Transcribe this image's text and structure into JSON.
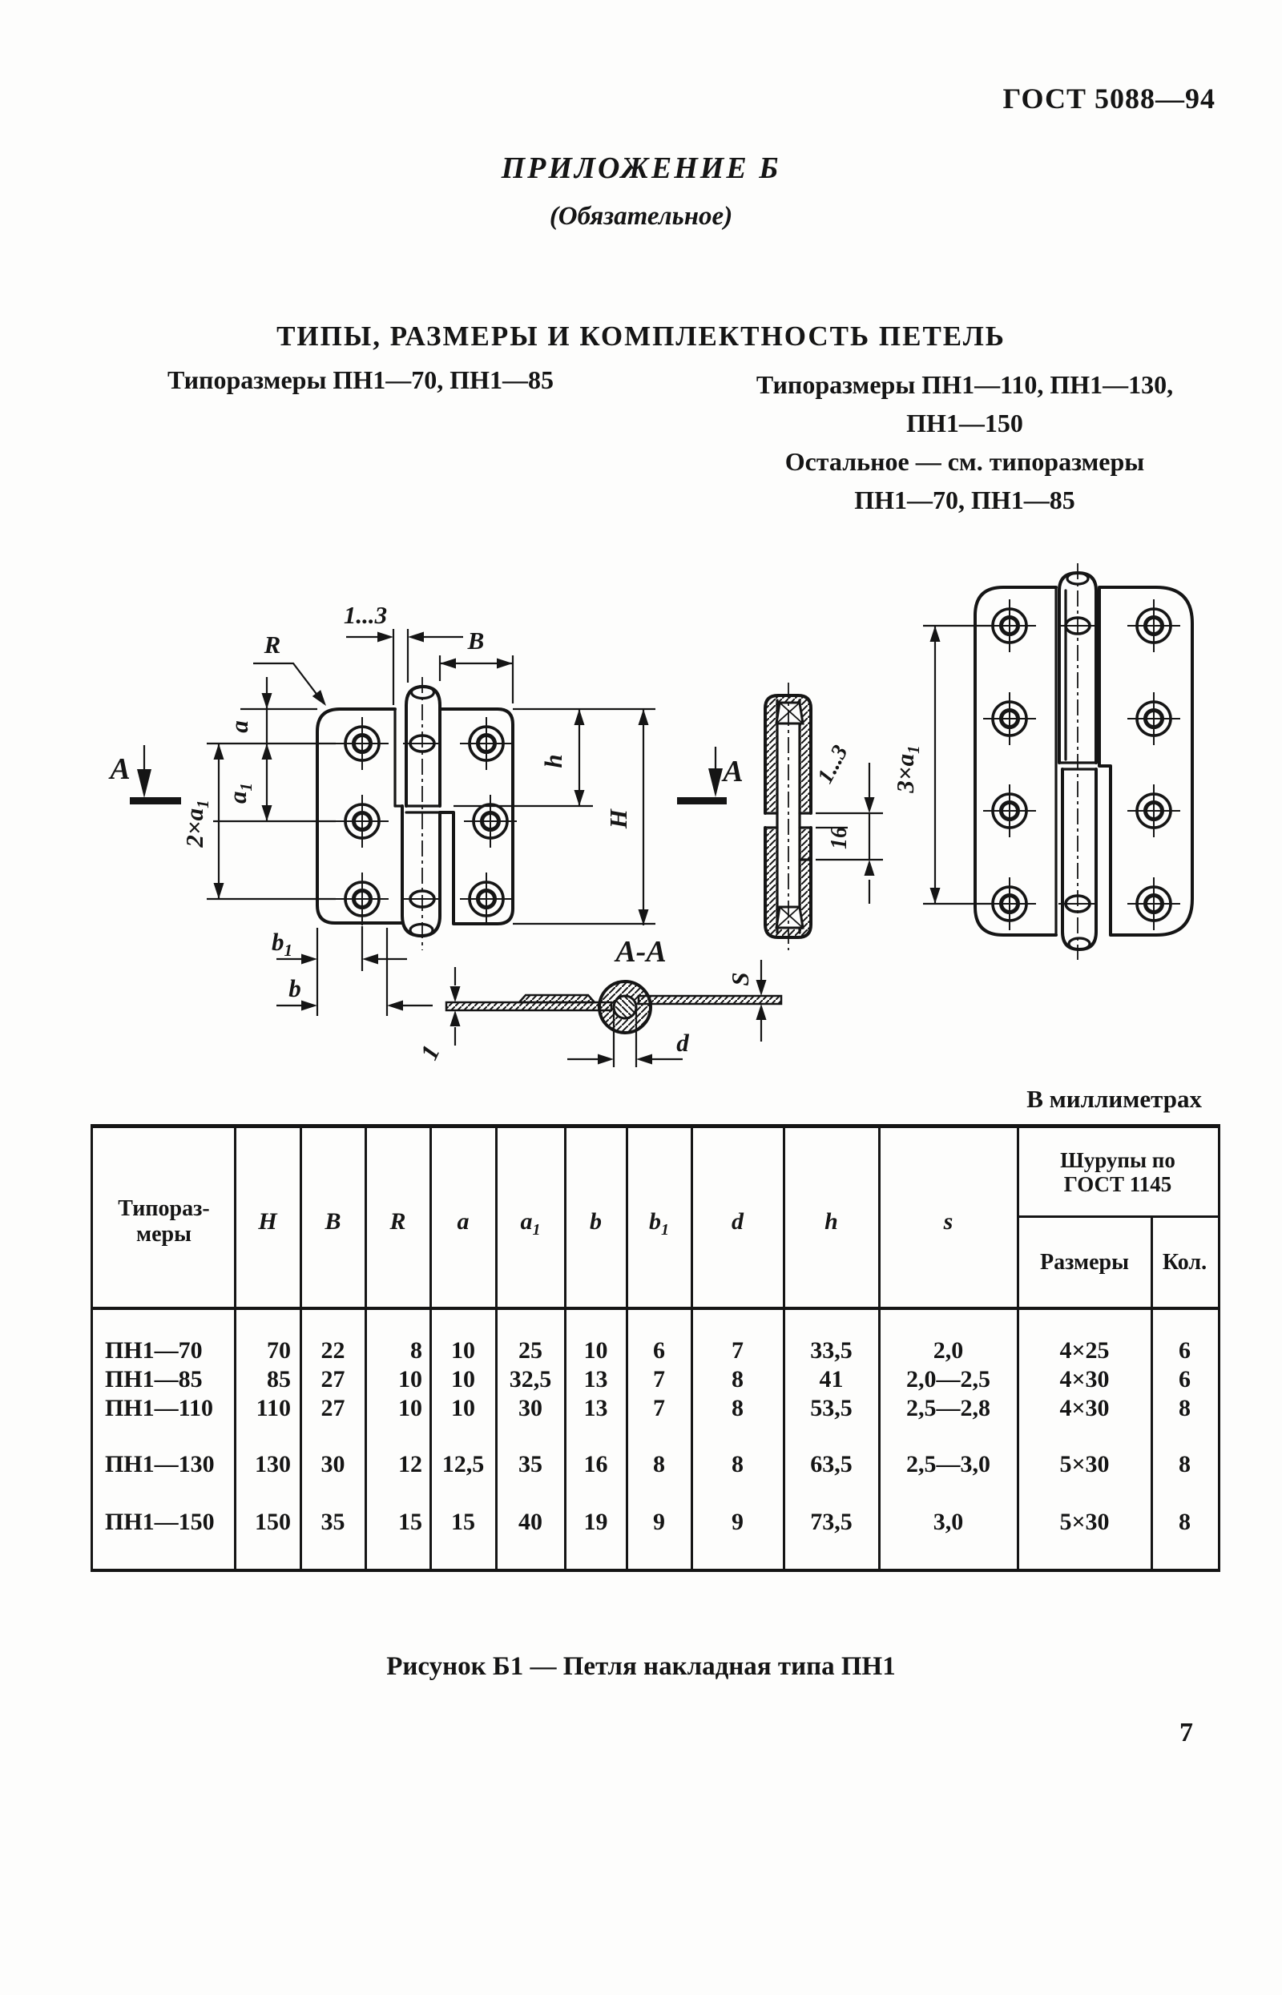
{
  "page": {
    "standard": "ГОСТ 5088—94",
    "page_number": "7"
  },
  "appendix": {
    "title": "ПРИЛОЖЕНИЕ Б",
    "subtitle": "(Обязательное)"
  },
  "heading": "ТИПЫ, РАЗМЕРЫ И КОМПЛЕКТНОСТЬ ПЕТЕЛЬ",
  "figure": {
    "left_caption": "Типоразмеры ПН1—70, ПН1—85",
    "right_caption_lines": [
      "Типоразмеры ПН1—110, ПН1—130,",
      "ПН1—150",
      "Остальное — см. типоразмеры",
      "ПН1—70, ПН1—85"
    ],
    "caption": "Рисунок Б1 — Петля накладная типа ПН1",
    "labels": {
      "gap": "1...3",
      "radius": "R",
      "width": "B",
      "a": "a",
      "a1_base": "a",
      "a1_sub": "1",
      "two_a1_base": "2×a",
      "two_a1_sub": "1",
      "h_small": "h",
      "h_big": "H",
      "b": "b",
      "b1_base": "b",
      "b1_sub": "1",
      "d": "d",
      "s": "S",
      "one": "1",
      "sixteen": "16",
      "gap_side": "1...3",
      "three_a1_base": "3×a",
      "three_a1_sub": "1",
      "section": "А",
      "section_mid": "А",
      "section_view": "А-А"
    }
  },
  "table": {
    "units_note": "В миллиметрах",
    "col0_header_line1": "Типораз-",
    "col0_header_line2": "меры",
    "dim_headers": [
      {
        "base": "H"
      },
      {
        "base": "B"
      },
      {
        "base": "R"
      },
      {
        "base": "a"
      },
      {
        "base": "a",
        "sub": "1"
      },
      {
        "base": "b"
      },
      {
        "base": "b",
        "sub": "1"
      },
      {
        "base": "d"
      },
      {
        "base": "h"
      },
      {
        "base": "s"
      }
    ],
    "screws_header_line1": "Шурупы по",
    "screws_header_line2": "ГОСТ 1145",
    "screws_sub_headers": [
      "Размеры",
      "Кол."
    ],
    "rows": [
      {
        "name": "ПН1—70",
        "values": [
          "70",
          "22",
          "8",
          "10",
          "25",
          "10",
          "6",
          "7",
          "33,5",
          "2,0",
          "4×25",
          "6"
        ]
      },
      {
        "name": "ПН1—85",
        "values": [
          "85",
          "27",
          "10",
          "10",
          "32,5",
          "13",
          "7",
          "8",
          "41",
          "2,0—2,5",
          "4×30",
          "6"
        ]
      },
      {
        "name": "ПН1—110",
        "values": [
          "110",
          "27",
          "10",
          "10",
          "30",
          "13",
          "7",
          "8",
          "53,5",
          "2,5—2,8",
          "4×30",
          "8"
        ]
      },
      {
        "name": "ПН1—130",
        "values": [
          "130",
          "30",
          "12",
          "12,5",
          "35",
          "16",
          "8",
          "8",
          "63,5",
          "2,5—3,0",
          "5×30",
          "8"
        ]
      },
      {
        "name": "ПН1—150",
        "values": [
          "150",
          "35",
          "15",
          "15",
          "40",
          "19",
          "9",
          "9",
          "73,5",
          "3,0",
          "5×30",
          "8"
        ]
      }
    ]
  }
}
